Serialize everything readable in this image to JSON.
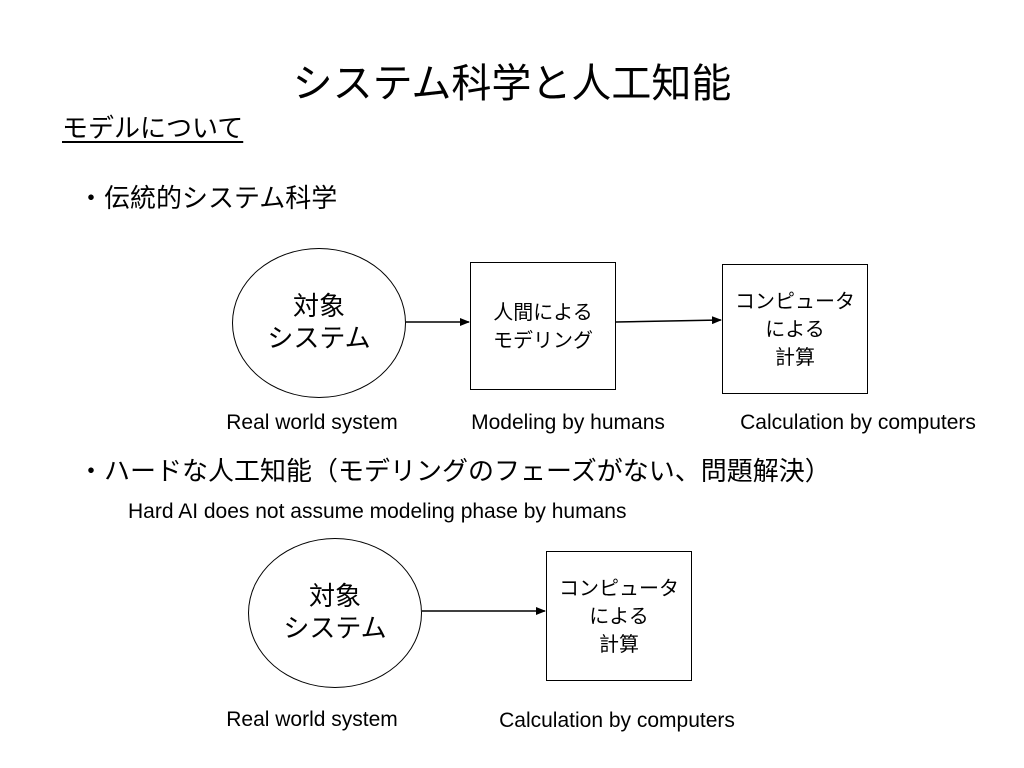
{
  "title": "システム科学と人工知能",
  "subtitle": "モデルについて",
  "section1": {
    "heading": "・伝統的システム科学",
    "target": {
      "line1": "対象",
      "line2": "システム"
    },
    "human_modeling": {
      "line1": "人間による",
      "line2": "モデリング"
    },
    "computer": {
      "line1": "コンピュータ",
      "line2": "による",
      "line3": "計算"
    },
    "captions": {
      "real_world": "Real world system",
      "modeling": "Modeling by humans",
      "calculation": "Calculation by computers"
    }
  },
  "section2": {
    "heading": "・ハードな人工知能（モデリングのフェーズがない、問題解決）",
    "note": "Hard AI does not assume modeling phase by humans",
    "target": {
      "line1": "対象",
      "line2": "システム"
    },
    "computer": {
      "line1": "コンピュータ",
      "line2": "による",
      "line3": "計算"
    },
    "captions": {
      "real_world": "Real world system",
      "calculation": "Calculation by computers"
    }
  }
}
